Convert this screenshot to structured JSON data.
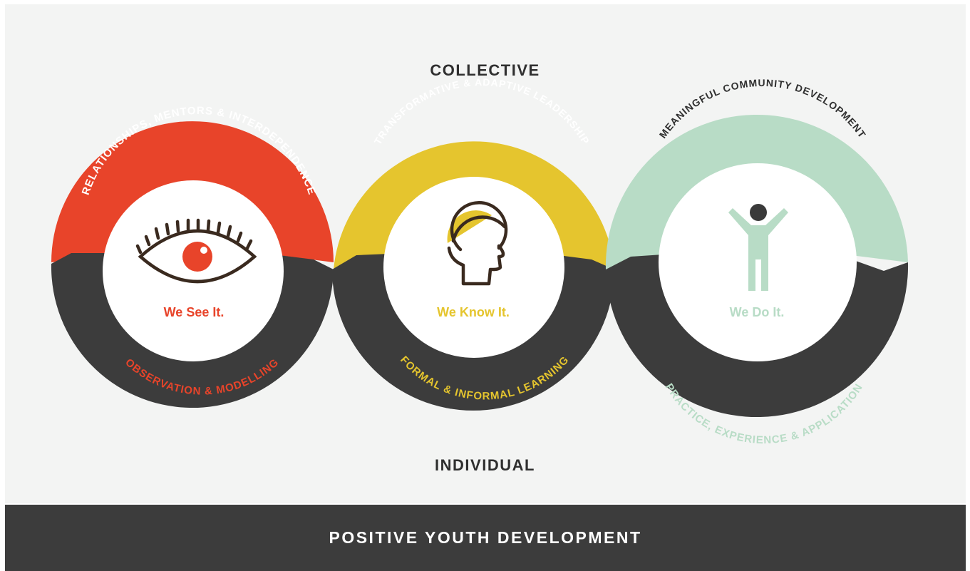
{
  "axis": {
    "top_label": "COLLECTIVE",
    "bottom_label": "INDIVIDUAL"
  },
  "footer": {
    "title": "POSITIVE YOUTH DEVELOPMENT"
  },
  "colors": {
    "background": "#f3f4f3",
    "dark": "#3c3c3c",
    "red": "#e8442a",
    "yellow": "#e5c52e",
    "green": "#b8dcc6",
    "ink": "#3a2a1f"
  },
  "rings": [
    {
      "top_text": "RELATIONSHIPS, MENTORS & INTERDEPENDENCE",
      "center_label": "We See It.",
      "bottom_text": "OBSERVATION & MODELLING",
      "icon": "eye-icon",
      "color": "#e8442a"
    },
    {
      "top_text": "TRANSFORMATIVE & ADAPTIVE LEADERSHIP",
      "center_label": "We Know It.",
      "bottom_text": "FORMAL & INFORMAL LEARNING",
      "icon": "head-icon",
      "color": "#e5c52e"
    },
    {
      "top_text": "MEANINGFUL COMMUNITY DEVELOPMENT",
      "center_label": "We Do It.",
      "bottom_text": "PRACTICE, EXPERIENCE & APPLICATION",
      "icon": "person-arms-up-icon",
      "color": "#b8dcc6"
    }
  ]
}
